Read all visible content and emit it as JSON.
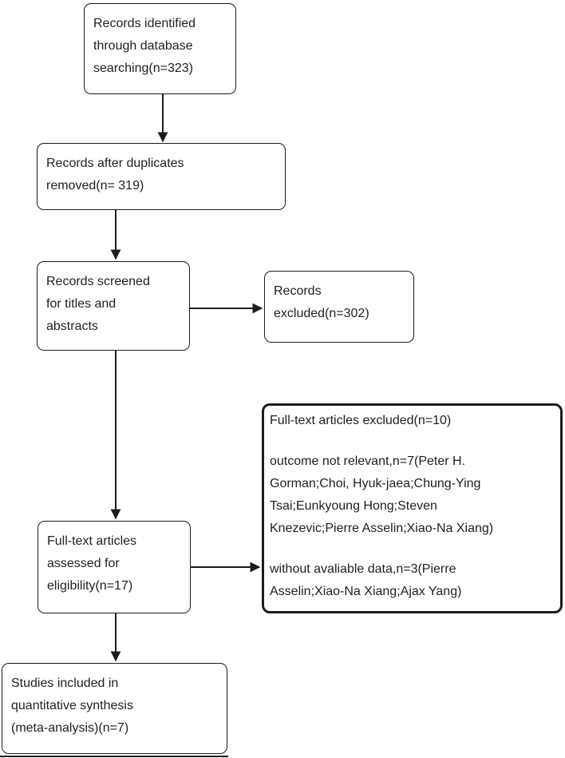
{
  "colors": {
    "line": "#1c1c1c",
    "text": "#1f1f1f",
    "background": "#ffffff"
  },
  "boxes": {
    "identified": {
      "text": "Records identified\nthrough database\nsearching(n=323)"
    },
    "deduplicated": {
      "text": "Records after duplicates\nremoved(n= 319)"
    },
    "screened": {
      "text": "Records screened\nfor titles and\nabstracts"
    },
    "records_excluded": {
      "text": "Records\nexcluded(n=302)"
    },
    "assessed": {
      "text": "Full-text articles\nassessed for\neligibility(n=17)"
    },
    "fulltext_excluded": {
      "title": "Full-text articles excluded(n=10)",
      "reasons": [
        "outcome not relevant,n=7(Peter H.\nGorman;Choi, Hyuk-jaea;Chung-Ying\nTsai;Eunkyoung Hong;Steven\nKnezevic;Pierre Asselin;Xiao-Na Xiang)",
        "without avaliable data,n=3(Pierre\nAsselin;Xiao-Na Xiang;Ajax Yang)"
      ]
    },
    "included": {
      "text": "Studies included in\nquantitative synthesis\n(meta-analysis)(n=7)"
    }
  }
}
